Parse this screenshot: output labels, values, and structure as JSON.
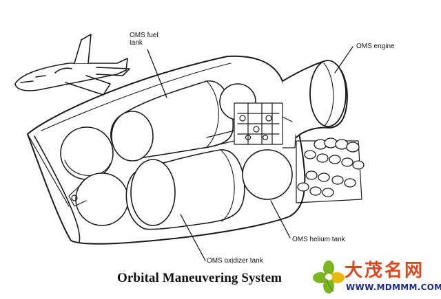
{
  "diagram": {
    "callouts": {
      "fuel_tank": [
        "OMS fuel",
        "tank"
      ],
      "engine": "OMS engine",
      "helium_tank": "OMS helium tank",
      "oxidizer_tank": "OMS oxidizer tank"
    },
    "caption": "Orbital Maneuvering System"
  },
  "watermark": {
    "title": "大茂名网",
    "url": "WWW.MDMMM.COM",
    "colors": {
      "title": "#e0461b",
      "url": "#1c2a8c",
      "leaf_green": "#7bb51f",
      "leaf_yellow": "#e7b90b"
    }
  }
}
